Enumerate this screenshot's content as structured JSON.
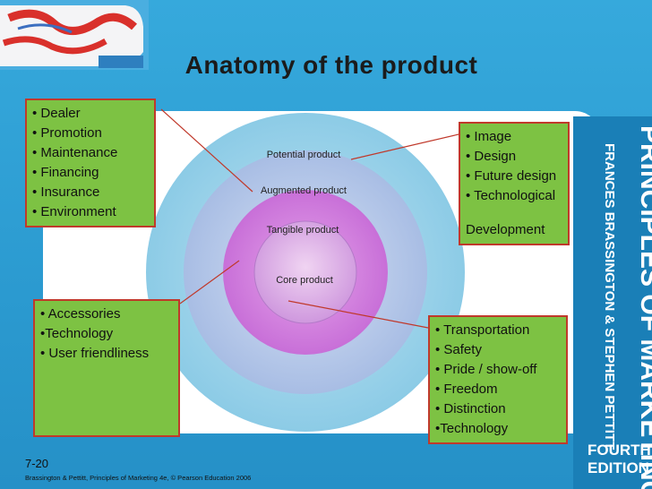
{
  "slide": {
    "title": "Anatomy of the product",
    "slide_number": "7-20",
    "credit": "Brassington & Pettitt, Principles of Marketing 4e, © Pearson Education 2006"
  },
  "book_spine": {
    "title": "PRINCIPLES OF MARKETING",
    "authors": "FRANCES BRASSINGTON & STEPHEN PETTITT",
    "edition_line1": "FOURTH",
    "edition_line2": "EDITION"
  },
  "rings": {
    "potential": "Potential product",
    "augmented": "Augmented product",
    "tangible": "Tangible product",
    "core": "Core product"
  },
  "boxes": {
    "augmented_services": [
      "• Dealer",
      "• Promotion",
      "• Maintenance",
      "• Financing",
      "• Insurance",
      "• Environment"
    ],
    "potential_design": [
      "• Image",
      "• Design",
      "• Future design",
      "• Technological",
      "",
      "Development"
    ],
    "tangible_features": [
      "• Accessories",
      "•Technology",
      "• User friendliness"
    ],
    "core_benefits": [
      "• Transportation",
      "• Safety",
      "• Pride / show-off",
      "• Freedom",
      "• Distinction",
      "•Technology"
    ]
  },
  "colors": {
    "background": "#2e9fd1",
    "box_fill": "#7dc243",
    "box_border": "#c0392b",
    "connector": "#c0392b"
  }
}
